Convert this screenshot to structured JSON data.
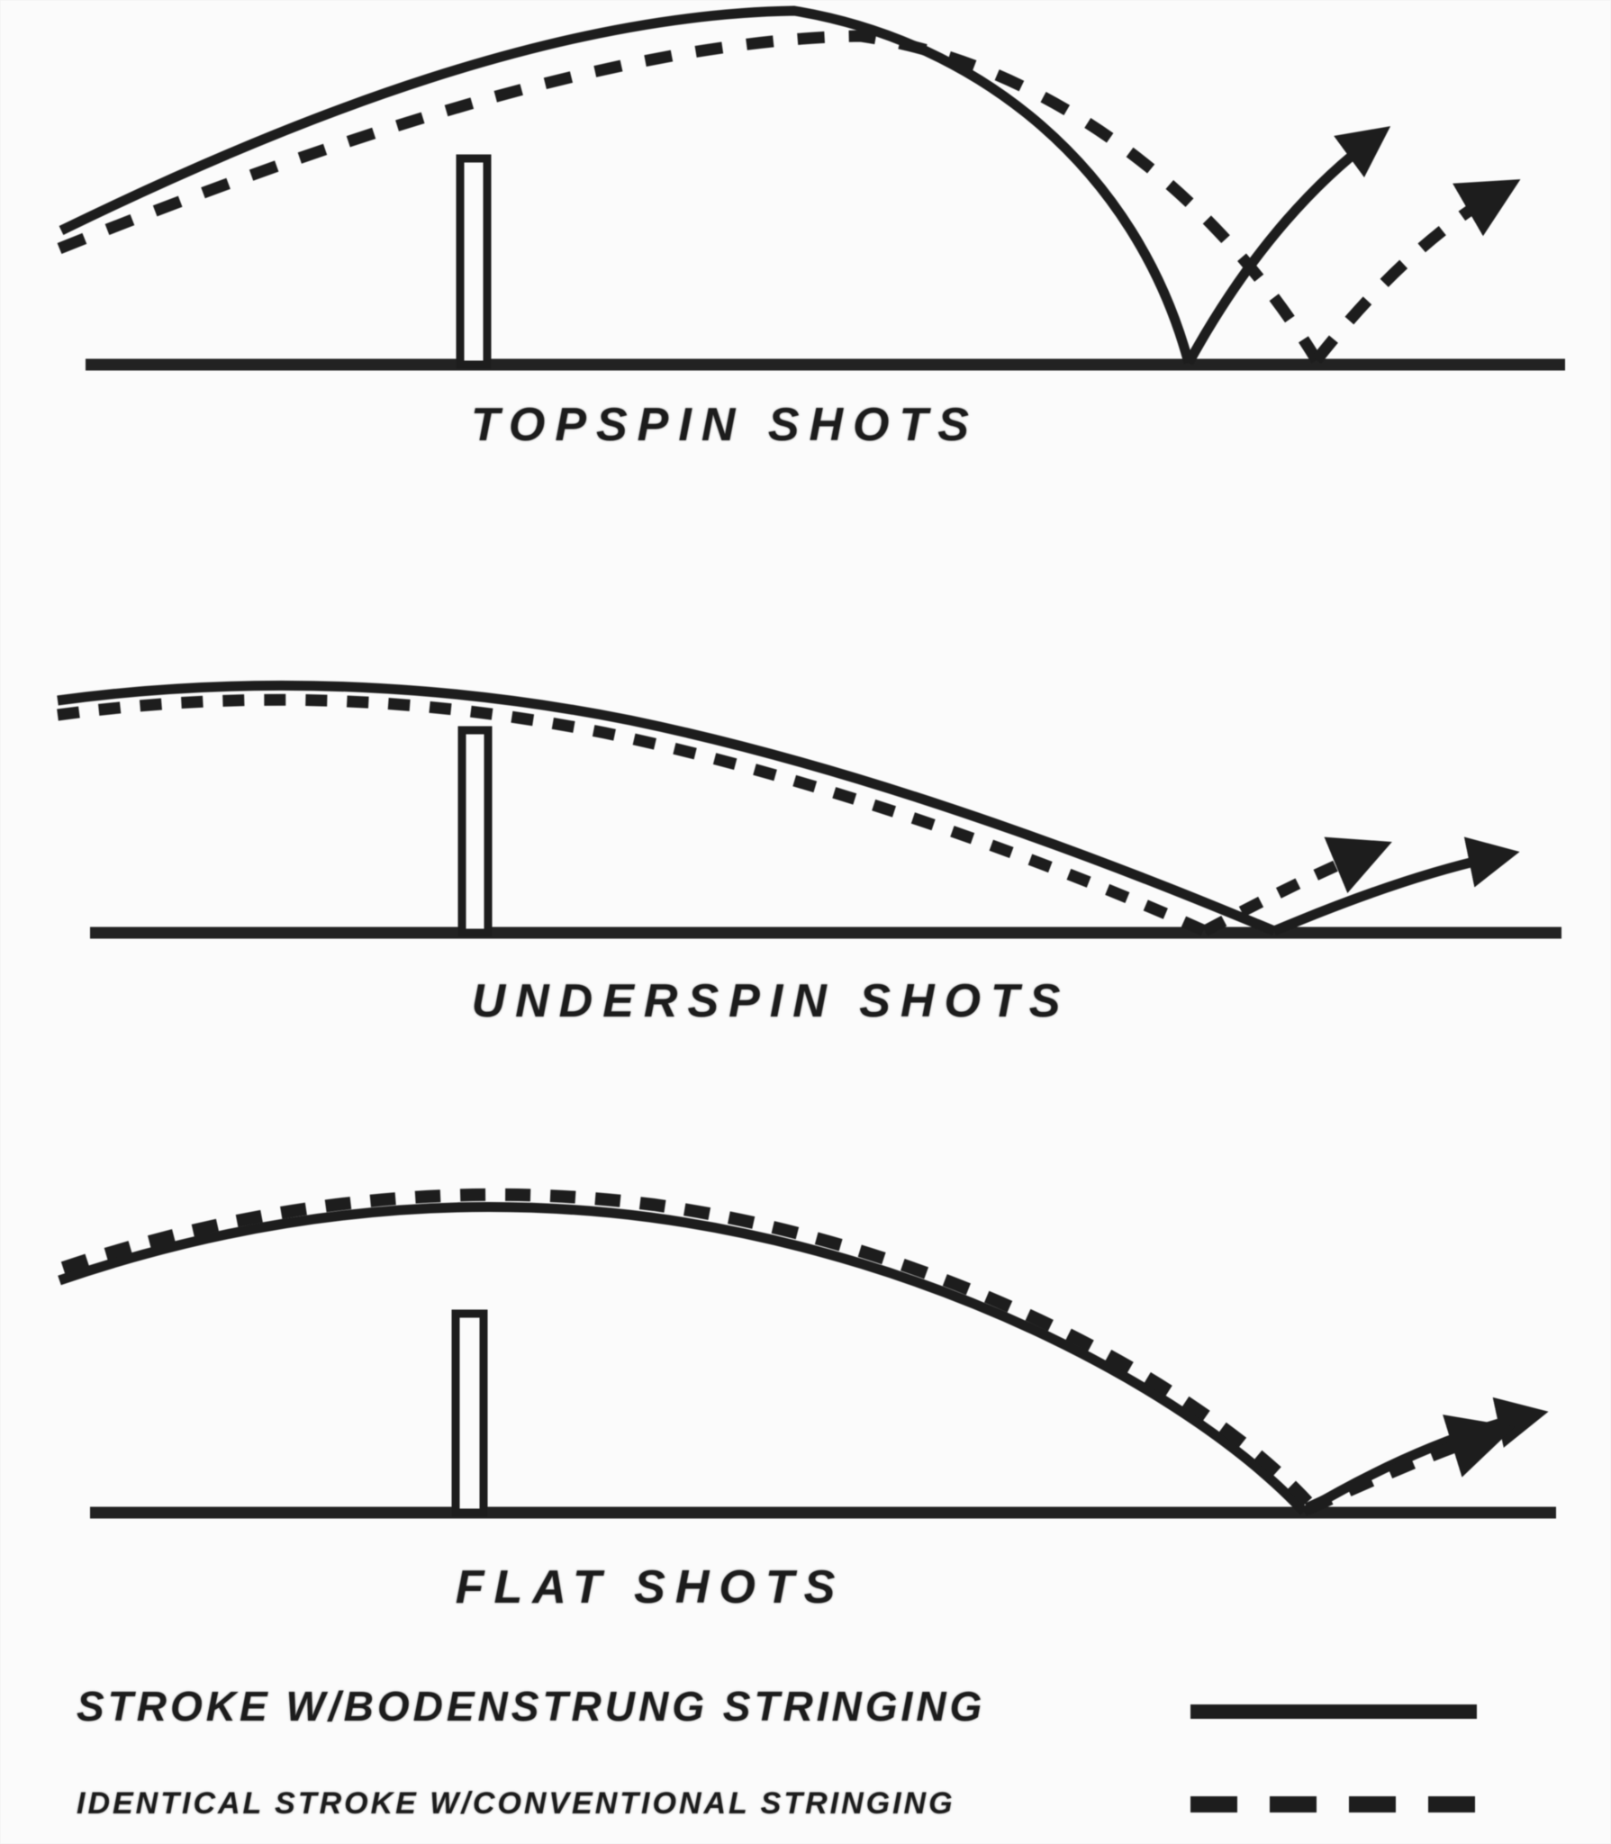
{
  "panels": [
    {
      "id": "topspin",
      "title": "TOPSPIN SHOTS"
    },
    {
      "id": "underspin",
      "title": "UNDERSPIN SHOTS"
    },
    {
      "id": "flat",
      "title": "FLAT SHOTS"
    }
  ],
  "legend": {
    "items": [
      {
        "label": "STROKE W/BODENSTRUNG STRINGING",
        "line_style": "solid"
      },
      {
        "label": "IDENTICAL STROKE W/CONVENTIONAL STRINGING",
        "line_style": "dashed"
      }
    ]
  },
  "colors": {
    "ink": "#1d1d1d",
    "background": "#fbfbfb"
  }
}
